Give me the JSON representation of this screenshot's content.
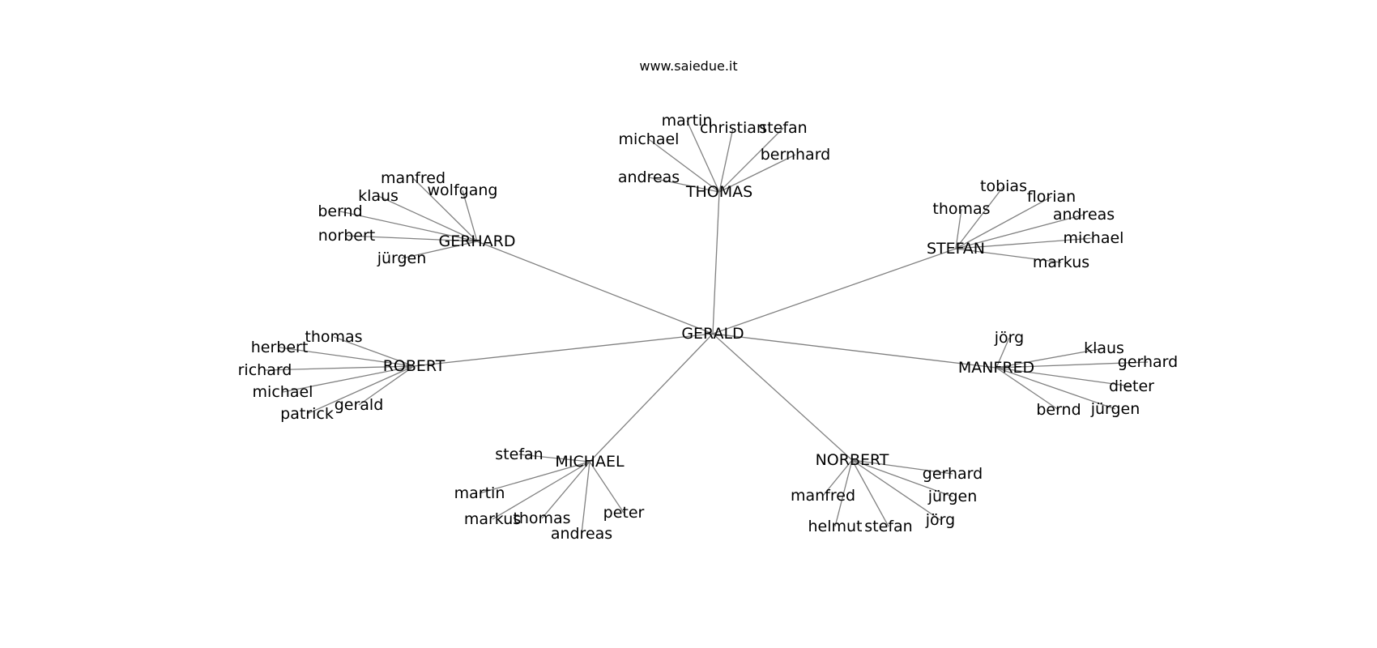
{
  "header": {
    "site": "www.saiedue.it"
  },
  "graph": {
    "root": "GERALD",
    "hubs": [
      {
        "name": "THOMAS",
        "leaves": [
          "martin",
          "christian",
          "stefan",
          "michael",
          "bernhard",
          "andreas"
        ]
      },
      {
        "name": "GERHARD",
        "leaves": [
          "manfred",
          "wolfgang",
          "klaus",
          "bernd",
          "norbert",
          "jürgen"
        ]
      },
      {
        "name": "STEFAN",
        "leaves": [
          "tobias",
          "florian",
          "thomas",
          "andreas",
          "michael",
          "markus"
        ]
      },
      {
        "name": "ROBERT",
        "leaves": [
          "thomas",
          "herbert",
          "richard",
          "michael",
          "gerald",
          "patrick"
        ]
      },
      {
        "name": "MANFRED",
        "leaves": [
          "jörg",
          "klaus",
          "gerhard",
          "dieter",
          "jürgen",
          "bernd"
        ]
      },
      {
        "name": "MICHAEL",
        "leaves": [
          "stefan",
          "martin",
          "thomas",
          "markus",
          "peter",
          "andreas"
        ]
      },
      {
        "name": "NORBERT",
        "leaves": [
          "gerhard",
          "manfred",
          "jürgen",
          "jörg",
          "stefan",
          "helmut"
        ]
      }
    ]
  }
}
